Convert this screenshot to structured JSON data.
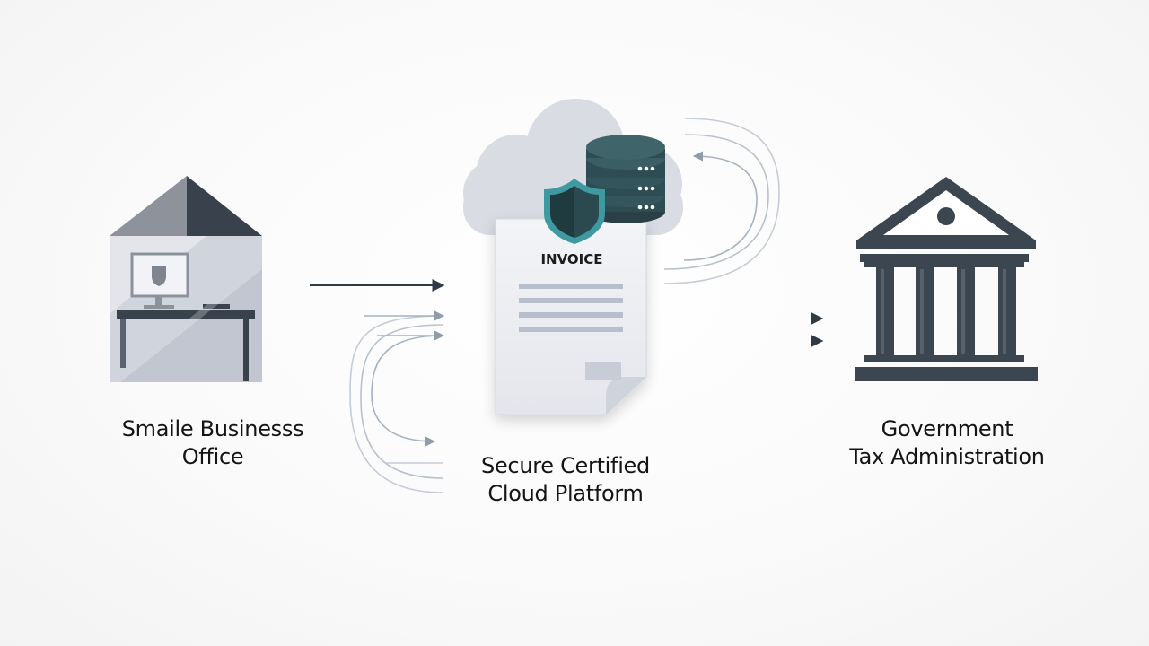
{
  "nodes": {
    "office": {
      "label_line1": "Smaile Businesss",
      "label_line2": "Office",
      "icon": "office-desk-icon"
    },
    "cloud": {
      "label_line1": "Secure Certified",
      "label_line2": "Cloud Platform",
      "icon": "cloud-database-icon",
      "document_title": "INVOICE"
    },
    "government": {
      "label_line1": "Government",
      "label_line2": "Tax Administration",
      "icon": "government-building-icon"
    }
  },
  "colors": {
    "dark_slate": "#3b4650",
    "teal_dark": "#2c4c52",
    "teal_accent": "#3e9aa0",
    "arrow_light": "#a6b2c0",
    "page_fill": "#eceef3"
  }
}
